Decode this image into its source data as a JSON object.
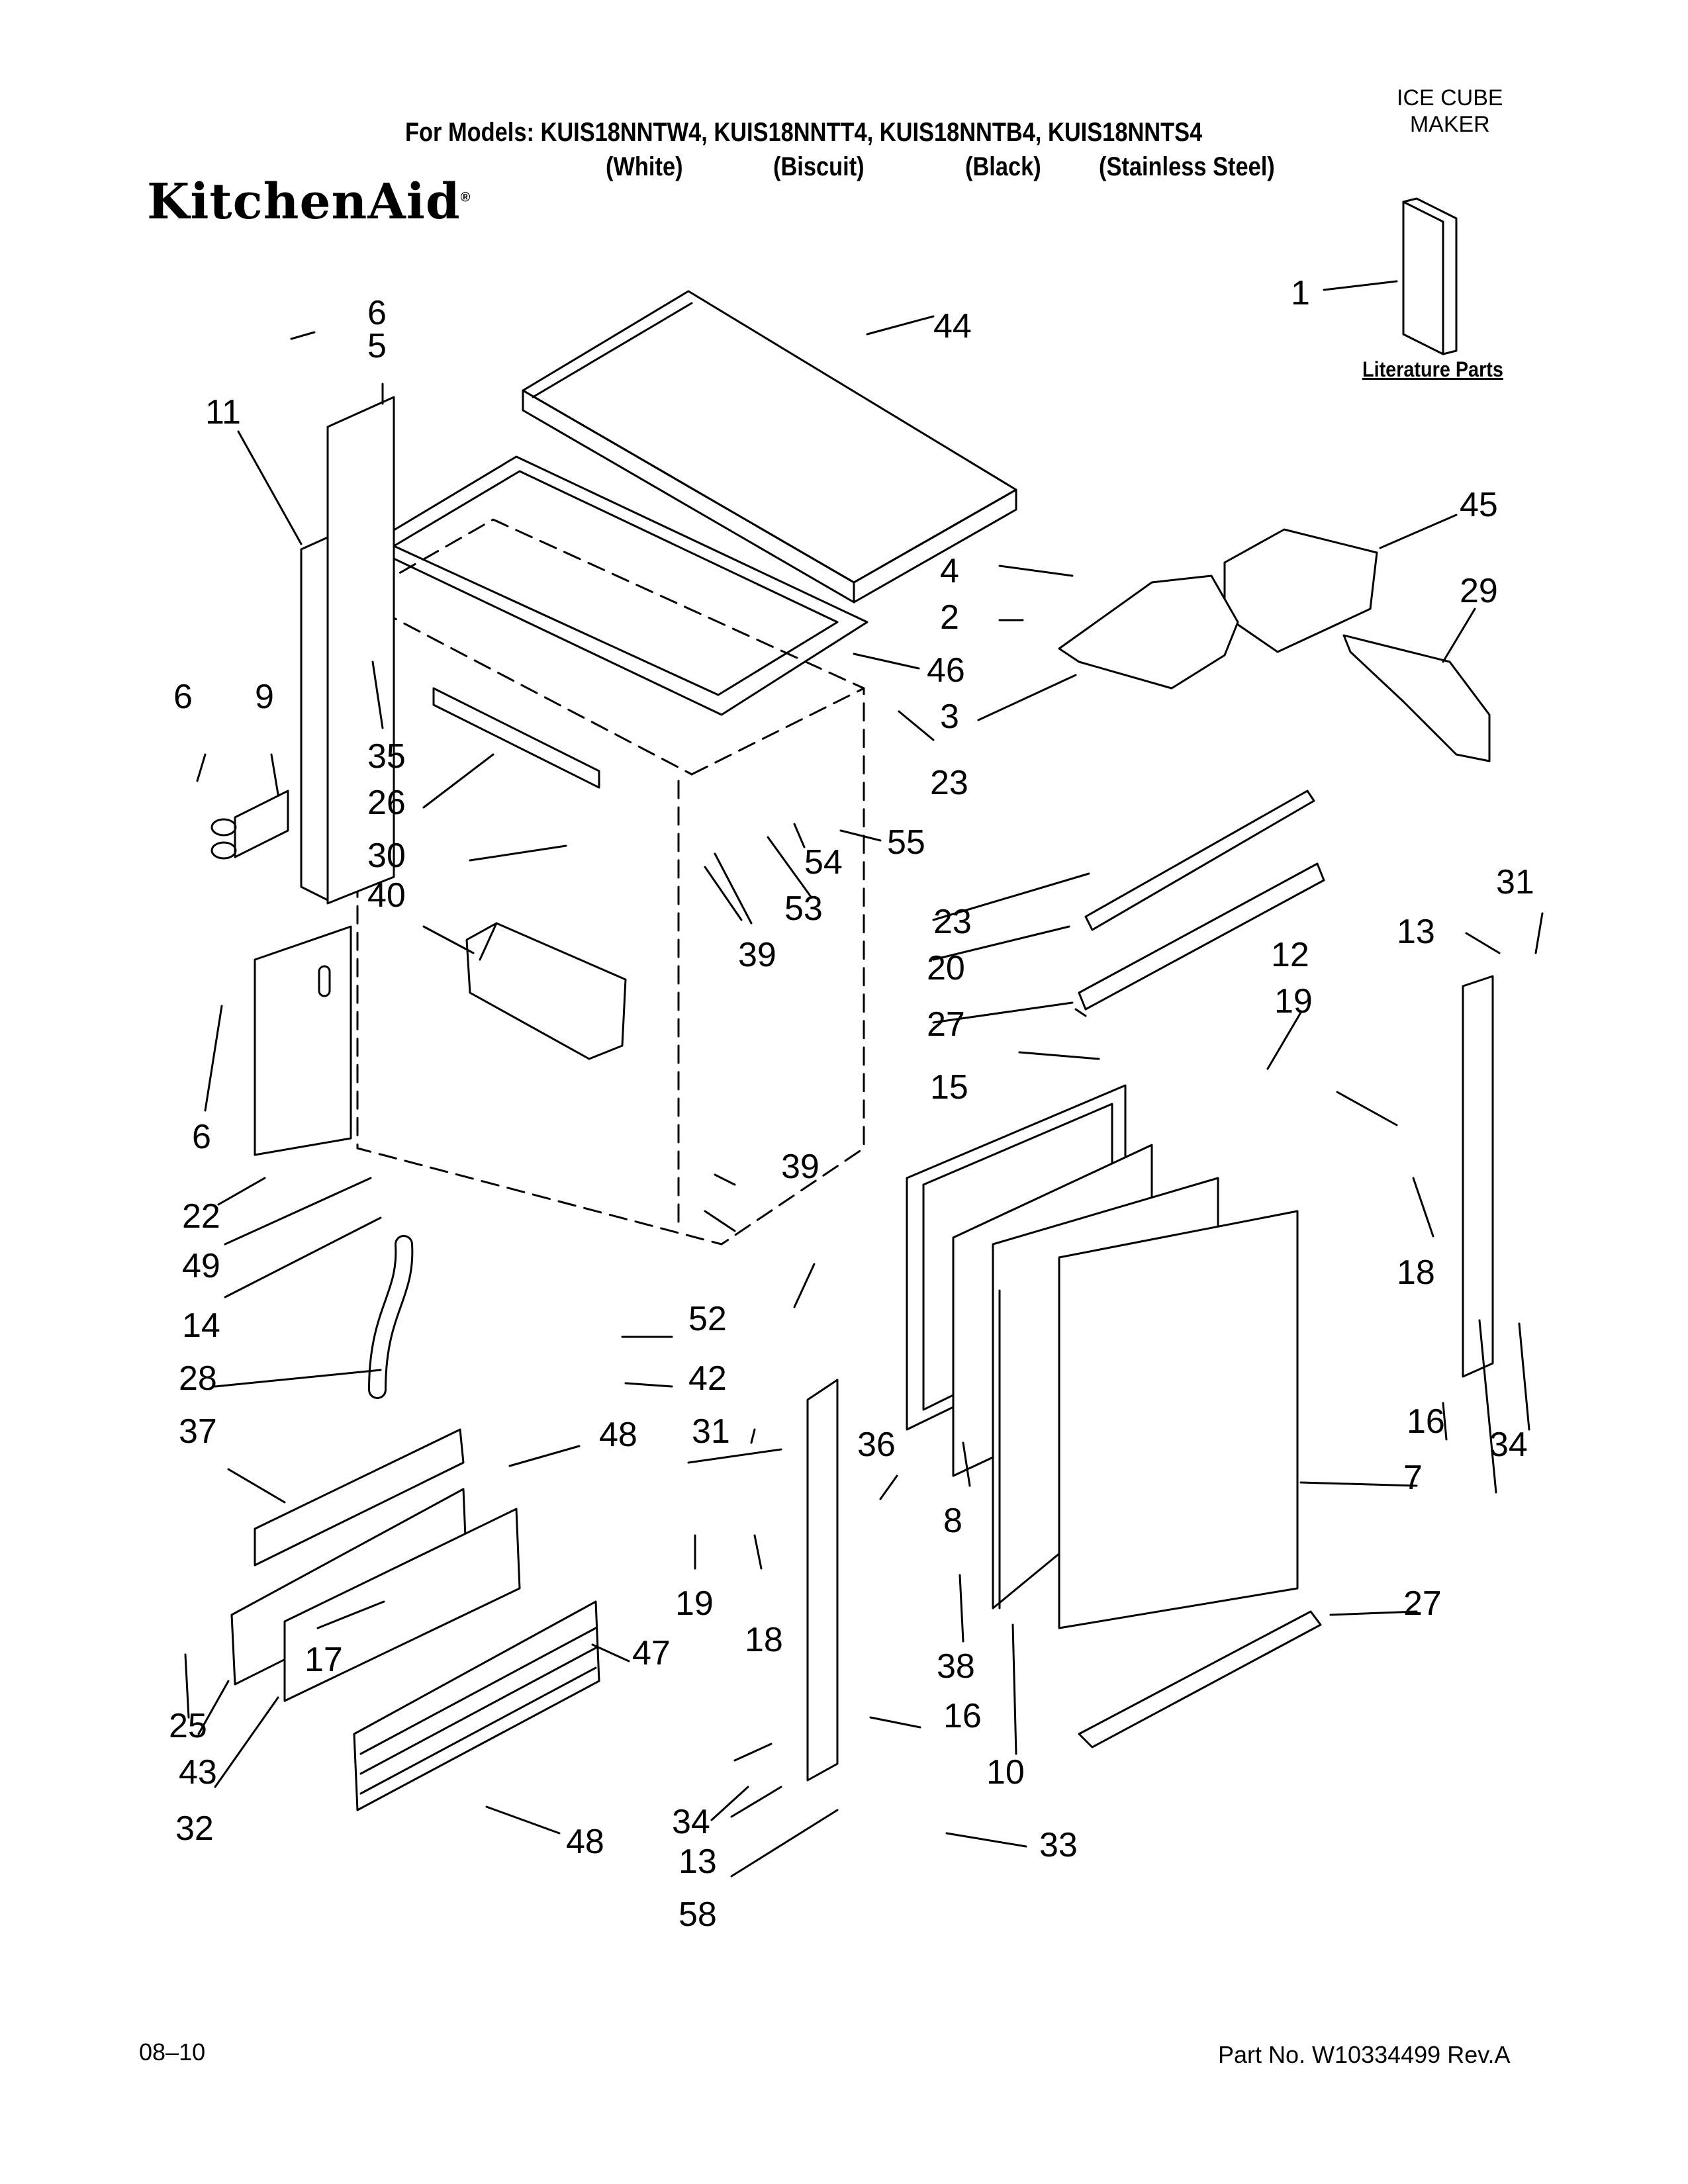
{
  "header": {
    "models_line": "For Models: KUIS18NNTW4, KUIS18NNTT4, KUIS18NNTB4, KUIS18NNTS4",
    "colors": [
      "(White)",
      "(Biscuit)",
      "(Black)",
      "(Stainless Steel)"
    ],
    "brand": "KitchenAid",
    "brand_mark": "®",
    "section_line1": "ICE CUBE",
    "section_line2": "MAKER"
  },
  "literature_label": "Literature Parts",
  "footer": {
    "date": "08–10",
    "part_no": "Part No. W10334499 Rev.A"
  },
  "callouts": [
    "1",
    "44",
    "6",
    "5",
    "11",
    "45",
    "4",
    "29",
    "2",
    "46",
    "3",
    "6",
    "9",
    "35",
    "26",
    "23",
    "30",
    "55",
    "54",
    "53",
    "40",
    "39",
    "23",
    "31",
    "20",
    "13",
    "12",
    "19",
    "27",
    "6",
    "15",
    "39",
    "18",
    "22",
    "49",
    "14",
    "16",
    "52",
    "42",
    "28",
    "34",
    "31",
    "36",
    "37",
    "48",
    "7",
    "8",
    "19",
    "18",
    "38",
    "27",
    "17",
    "47",
    "25",
    "43",
    "16",
    "10",
    "32",
    "48",
    "34",
    "13",
    "33",
    "58"
  ],
  "icons": [
    "exploded-parts-diagram"
  ]
}
